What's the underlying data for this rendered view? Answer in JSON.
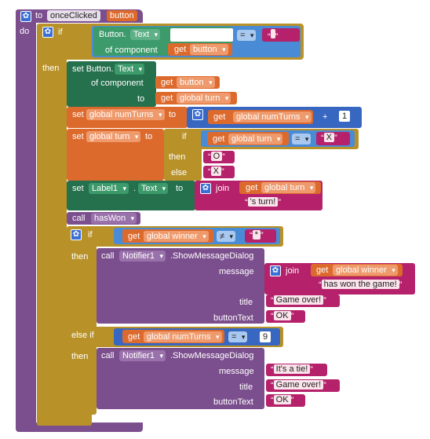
{
  "colors": {
    "procedure": "#7b4e8d",
    "control": "#b89229",
    "component": "#25704d",
    "component_light": "#3c9a6b",
    "variable": "#dd6a2d",
    "math": "#3867c2",
    "text": "#b5216a",
    "workspace": "#ffffff"
  },
  "event": {
    "to_label": "to",
    "name": "onceClicked",
    "param": "button",
    "do_label": "do",
    "gear_icon": "gear-icon"
  },
  "if1": {
    "if_label": "if",
    "then_label": "then",
    "cond_component": "Button.",
    "cond_property": "Text",
    "of_component_label": "of component",
    "get_label": "get",
    "get_var": "button",
    "eq_op": "=",
    "empty_string": " "
  },
  "set_button": {
    "set_label": "set Button.",
    "property": "Text",
    "of_component_label": "of component",
    "get_label": "get",
    "get_var": "button",
    "to_label": "to",
    "value_get": "get",
    "value_var": "global turn"
  },
  "set_numturns": {
    "set_label": "set",
    "var": "global numTurns",
    "to_label": "to",
    "get_label": "get",
    "get_var": "global numTurns",
    "op": "+",
    "num": "1"
  },
  "set_turn": {
    "set_label": "set",
    "var": "global turn",
    "to_label": "to",
    "if_label": "if",
    "then_label": "then",
    "else_label": "else",
    "get_label": "get",
    "get_var": "global turn",
    "eq_op": "=",
    "cmp_str": "X",
    "then_str": "O",
    "else_str": "X"
  },
  "set_label1": {
    "set_label": "set",
    "component": "Label1",
    "dot": ".",
    "property": "Text",
    "to_label": "to",
    "join_label": "join",
    "get_label": "get",
    "get_var": "global turn",
    "str": "'s turn!"
  },
  "call_haswon": {
    "call_label": "call",
    "proc": "hasWon"
  },
  "if2": {
    "if_label": "if",
    "then_label": "then",
    "elseif_label": "else if",
    "then2_label": "then",
    "get_label": "get",
    "get_var": "global winner",
    "neq_op": "≠",
    "star_str": "*",
    "call_label": "call",
    "notifier": "Notifier1",
    "method": ".ShowMessageDialog",
    "message_label": "message",
    "title_label": "title",
    "button_text_label": "buttonText",
    "join_label": "join",
    "msg_get_var": "global winner",
    "msg_str": "has won the game!",
    "title_str": "Game over!",
    "ok_str": "OK",
    "elif_get_var": "global numTurns",
    "elif_op": "=",
    "elif_num": "9",
    "tie_str": "It's a tie!",
    "title2_str": "Game over!",
    "ok2_str": "OK"
  }
}
